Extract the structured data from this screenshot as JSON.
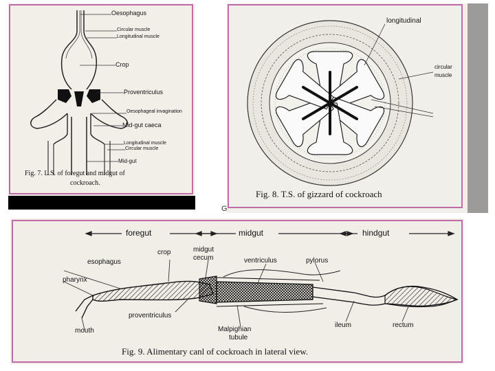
{
  "fig7": {
    "labels": {
      "oesophagus": "Oesophagus",
      "circular_muscle_top": "Circular muscle",
      "longitudinal_muscle_top": "Longitudinal muscle",
      "crop": "Crop",
      "proventriculus": "Proventriculus",
      "oesophageal_invagination": "Oesophageal invagination",
      "midgut_caeca": "Mid-gut caeca",
      "longitudinal_muscle_bottom": "Longitudinal muscle",
      "circular_muscle_bottom": "Circular muscle",
      "midgut": "Mid-gut"
    },
    "caption_line1": "Fig. 7. L.S. of foregut and midgut of",
    "caption_line2": "cockroach."
  },
  "fig8": {
    "labels": {
      "longitudinal": "longitudinal",
      "circular": "circular",
      "muscle": "muscle"
    },
    "caption": "Fig. 8. T.S. of gizzard of cockroach"
  },
  "stray_letter": "G",
  "fig9": {
    "regions": {
      "foregut": "foregut",
      "midgut": "midgut",
      "hindgut": "hindgut"
    },
    "labels": {
      "crop": "crop",
      "midgut_cecum_1": "midgut",
      "midgut_cecum_2": "cecum",
      "esophagus": "esophagus",
      "ventriculus": "ventriculus",
      "pylorus": "pylorus",
      "pharynx": "pharynx",
      "proventriculus": "proventriculus",
      "mouth": "mouth",
      "malpighian_1": "Malpighian",
      "malpighian_2": "tubule",
      "ileum": "ileum",
      "rectum": "rectum"
    },
    "caption": "Fig. 9. Alimentary canl of cockroach in lateral view."
  },
  "colors": {
    "border": "#c06aa8",
    "black_bar": "#000000",
    "ink": "#111111",
    "paper": "#f4f1ec"
  }
}
